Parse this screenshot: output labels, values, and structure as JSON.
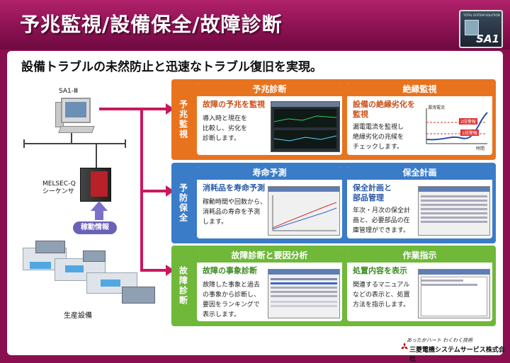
{
  "header": {
    "title": "予兆監視/設備保全/故障診断",
    "logo_small": "TOTAL SYSTEM SOLUTION",
    "logo_text": "SA1"
  },
  "subtitle": "設備トラブルの未然防止と迅速なトラブル復旧を実現。",
  "diagram": {
    "pc_label": "SA1-Ⅲ",
    "plc_label_1": "MELSEC-Q",
    "plc_label_2": "シーケンサ",
    "ops_info": "稼動情報",
    "factory_label": "生産設備"
  },
  "sections": {
    "s1": {
      "label": "予兆監視",
      "color": "#e8731e",
      "card1": {
        "header": "予兆診断",
        "heading": "故障の予兆を監視",
        "lines": [
          "導入時と現在を",
          "比較し、劣化を",
          "診断します。"
        ]
      },
      "card2": {
        "header": "絶縁監視",
        "heading_1": "設備の絶縁劣化を",
        "heading_2": "監視",
        "lines": [
          "漏電電流を監視し",
          "絶縁劣化の兆候を",
          "チェックします。"
        ],
        "graph_label": "漏洩電流",
        "warn2": "2段警報",
        "warn1": "1段警報",
        "time": "時間"
      }
    },
    "s2": {
      "label": "予防保全",
      "color": "#3b7cc8",
      "card1": {
        "header": "寿命予測",
        "heading": "消耗品を寿命予測",
        "lines": [
          "稼動時間や回数から、",
          "消耗品の寿命を予測",
          "します。"
        ]
      },
      "card2": {
        "header": "保全計画",
        "heading_1": "保全計画と",
        "heading_2": "部品管理",
        "lines": [
          "年次・月次の保全計",
          "画と、必要部品の在",
          "庫管理ができます。"
        ]
      }
    },
    "s3": {
      "label": "故障診断",
      "color": "#6fb83a",
      "card1": {
        "header": "故障診断と要因分析",
        "heading": "故障の事象診断",
        "lines": [
          "故障した事象と過去",
          "の事象から診断し、",
          "要因をランキングで",
          "表示します。"
        ]
      },
      "card2": {
        "header": "作業指示",
        "heading": "処置内容を表示",
        "lines": [
          "関連するマニュアル",
          "などの表示と、処置",
          "方法を指示します。"
        ]
      }
    }
  },
  "footer": {
    "tagline": "あったかハート わくわく技術",
    "company": "三菱電機システムサービス株式会社"
  }
}
